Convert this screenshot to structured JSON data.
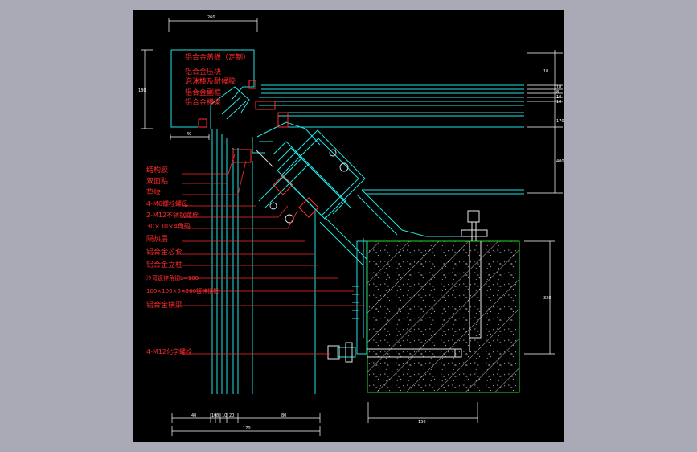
{
  "colors": {
    "background": "#a9aab5",
    "canvas": "#000000",
    "annotation": "#ff2a2a",
    "profile": "#26e0e0",
    "concrete": "#2ad92a",
    "dimension": "#ffffff",
    "hardware": "#e6e6e6"
  },
  "callouts": [
    "铝合金盖板（定制）",
    "铝合金压块",
    "泡沫棒及耐候胶",
    "铝合金副框",
    "铝合金横梁",
    "结构胶",
    "双面贴",
    "垫块",
    "4-M6螺栓螺母",
    "2-M12不锈钢螺栓",
    "30×30×4角码",
    "隔热层",
    "铝合金芯套",
    "铝合金立柱",
    "冷弯镀锌角钢L=100",
    "100×100×6×200镀锌钢板",
    "铝合金横梁",
    "4-M12化学螺栓"
  ],
  "dimensions": {
    "top_width": "260",
    "cap_height": "180",
    "cap_foot": "40",
    "right_stack": [
      "10",
      "10",
      "8",
      "10",
      "10"
    ],
    "right_mid": "170",
    "right_low": "400",
    "concrete_depth": "330",
    "bottom_segments": [
      "40",
      "10",
      "8",
      "10",
      "20",
      "80"
    ],
    "bottom_total": "170",
    "concrete_width": "136"
  }
}
